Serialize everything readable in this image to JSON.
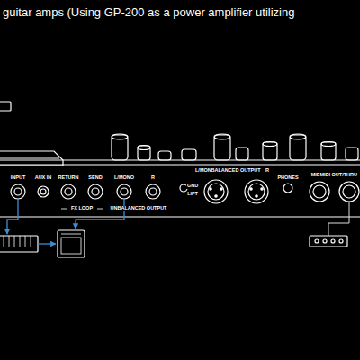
{
  "diagram": {
    "title": "guitar amps (Using GP-200 as a power amplifier utilizing",
    "labels": [
      "INPUT",
      "AUX IN",
      "RETURN",
      "SEND",
      "L/MONO",
      "R",
      "GND",
      "LIFT",
      "L/MONO",
      "BALANCED OUTPUT",
      "R",
      "PHONES",
      "MIDI IN",
      "MIDI OUT/THRU",
      "FX LOOP",
      "UNBALANCED OUTPUT"
    ]
  }
}
